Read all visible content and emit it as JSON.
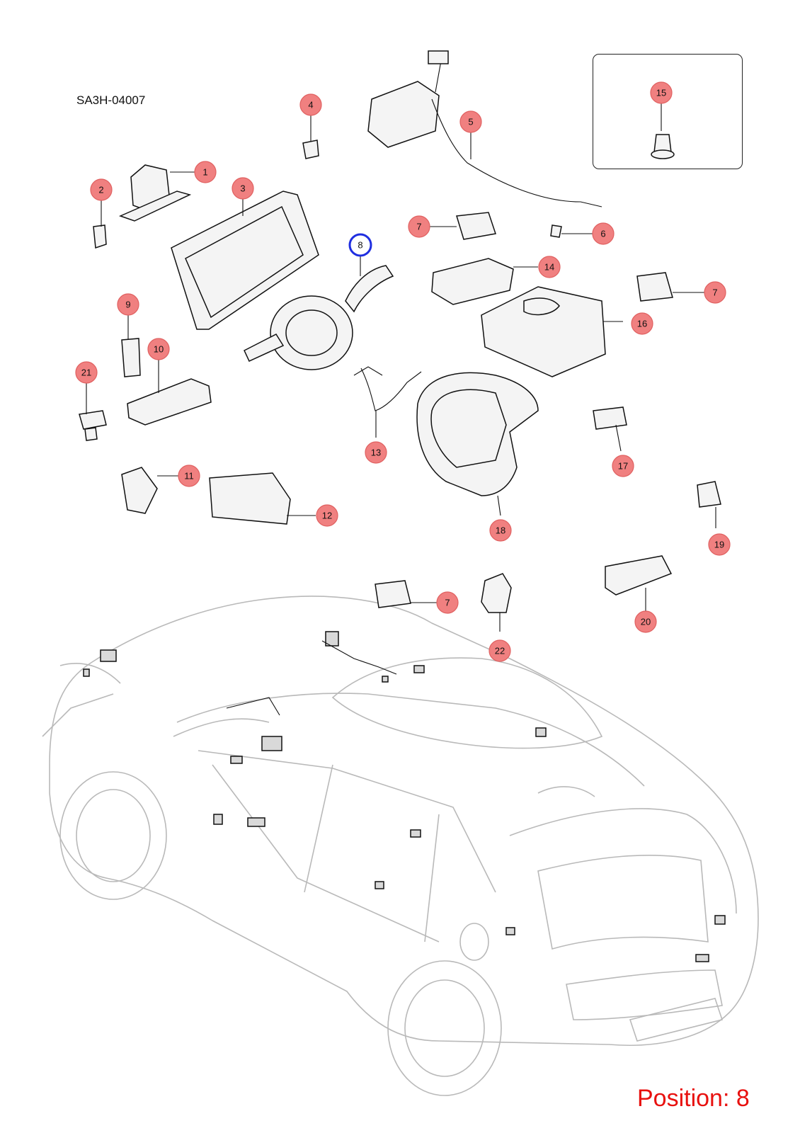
{
  "diagram": {
    "code": "SA3H-04007",
    "position_label": "Position: 8",
    "selected_callout": "8",
    "colors": {
      "callout_fill": "#f08080",
      "callout_stroke": "#e06060",
      "selected_stroke": "#1f2ee0",
      "position_text": "#e8110f",
      "car_outline": "#b9b9b9"
    },
    "callouts": [
      {
        "id": "c1",
        "label": "1"
      },
      {
        "id": "c2",
        "label": "2"
      },
      {
        "id": "c3",
        "label": "3"
      },
      {
        "id": "c4",
        "label": "4"
      },
      {
        "id": "c5",
        "label": "5"
      },
      {
        "id": "c6",
        "label": "6"
      },
      {
        "id": "c7a",
        "label": "7"
      },
      {
        "id": "c7b",
        "label": "7"
      },
      {
        "id": "c7c",
        "label": "7"
      },
      {
        "id": "c8",
        "label": "8"
      },
      {
        "id": "c9",
        "label": "9"
      },
      {
        "id": "c10",
        "label": "10"
      },
      {
        "id": "c11",
        "label": "11"
      },
      {
        "id": "c12",
        "label": "12"
      },
      {
        "id": "c13",
        "label": "13"
      },
      {
        "id": "c14",
        "label": "14"
      },
      {
        "id": "c15",
        "label": "15"
      },
      {
        "id": "c16",
        "label": "16"
      },
      {
        "id": "c17",
        "label": "17"
      },
      {
        "id": "c18",
        "label": "18"
      },
      {
        "id": "c19",
        "label": "19"
      },
      {
        "id": "c20",
        "label": "20"
      },
      {
        "id": "c21",
        "label": "21"
      },
      {
        "id": "c22",
        "label": "22"
      }
    ]
  }
}
